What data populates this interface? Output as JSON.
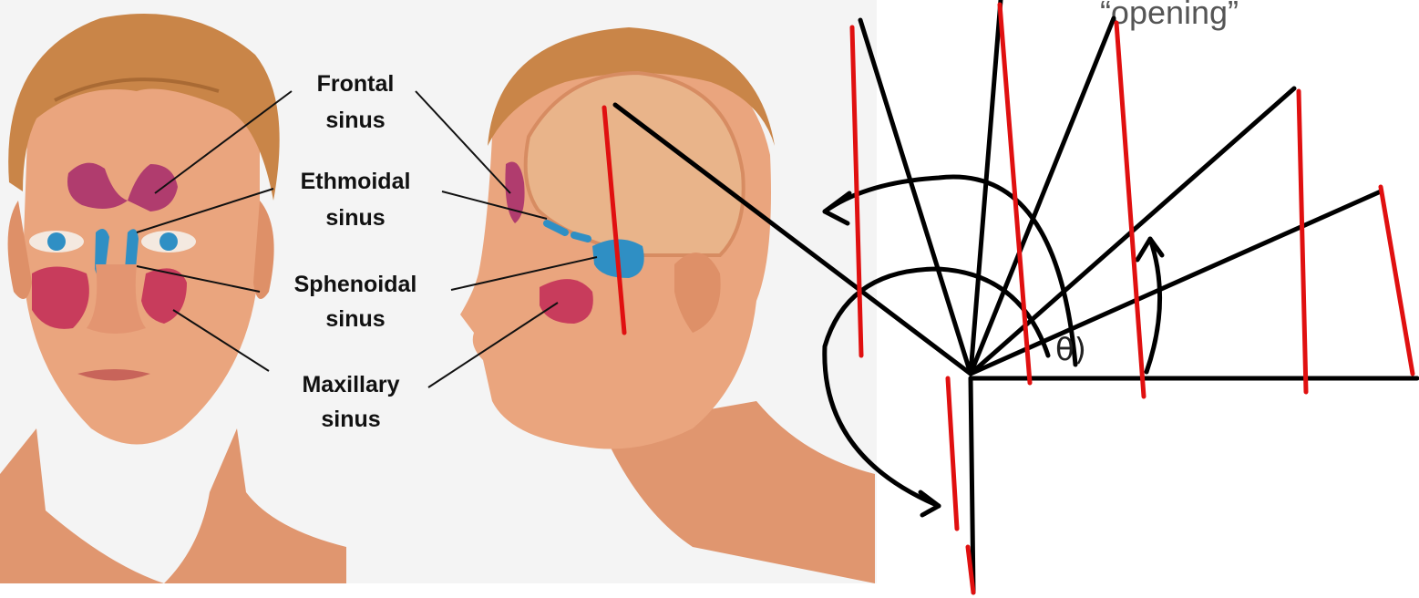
{
  "illustration": {
    "labels": [
      {
        "line1": "Frontal",
        "line2": "sinus"
      },
      {
        "line1": "Ethmoidal",
        "line2": "sinus"
      },
      {
        "line1": "Sphenoidal",
        "line2": "sinus"
      },
      {
        "line1": "Maxillary",
        "line2": "sinus"
      }
    ],
    "colors": {
      "skin": "#e9a47e",
      "hair": "#c98548",
      "frontal_sinus": "#b03c6e",
      "ethmoidal_sinus": "#2f8fc4",
      "maxillary_sinus": "#c83c5c",
      "panel_bg": "#f4f4f4"
    }
  },
  "annotation": {
    "top_text": "“opening”",
    "angle_symbol": "θ)",
    "ink_color": "#000000",
    "accent_color": "#e01010"
  }
}
